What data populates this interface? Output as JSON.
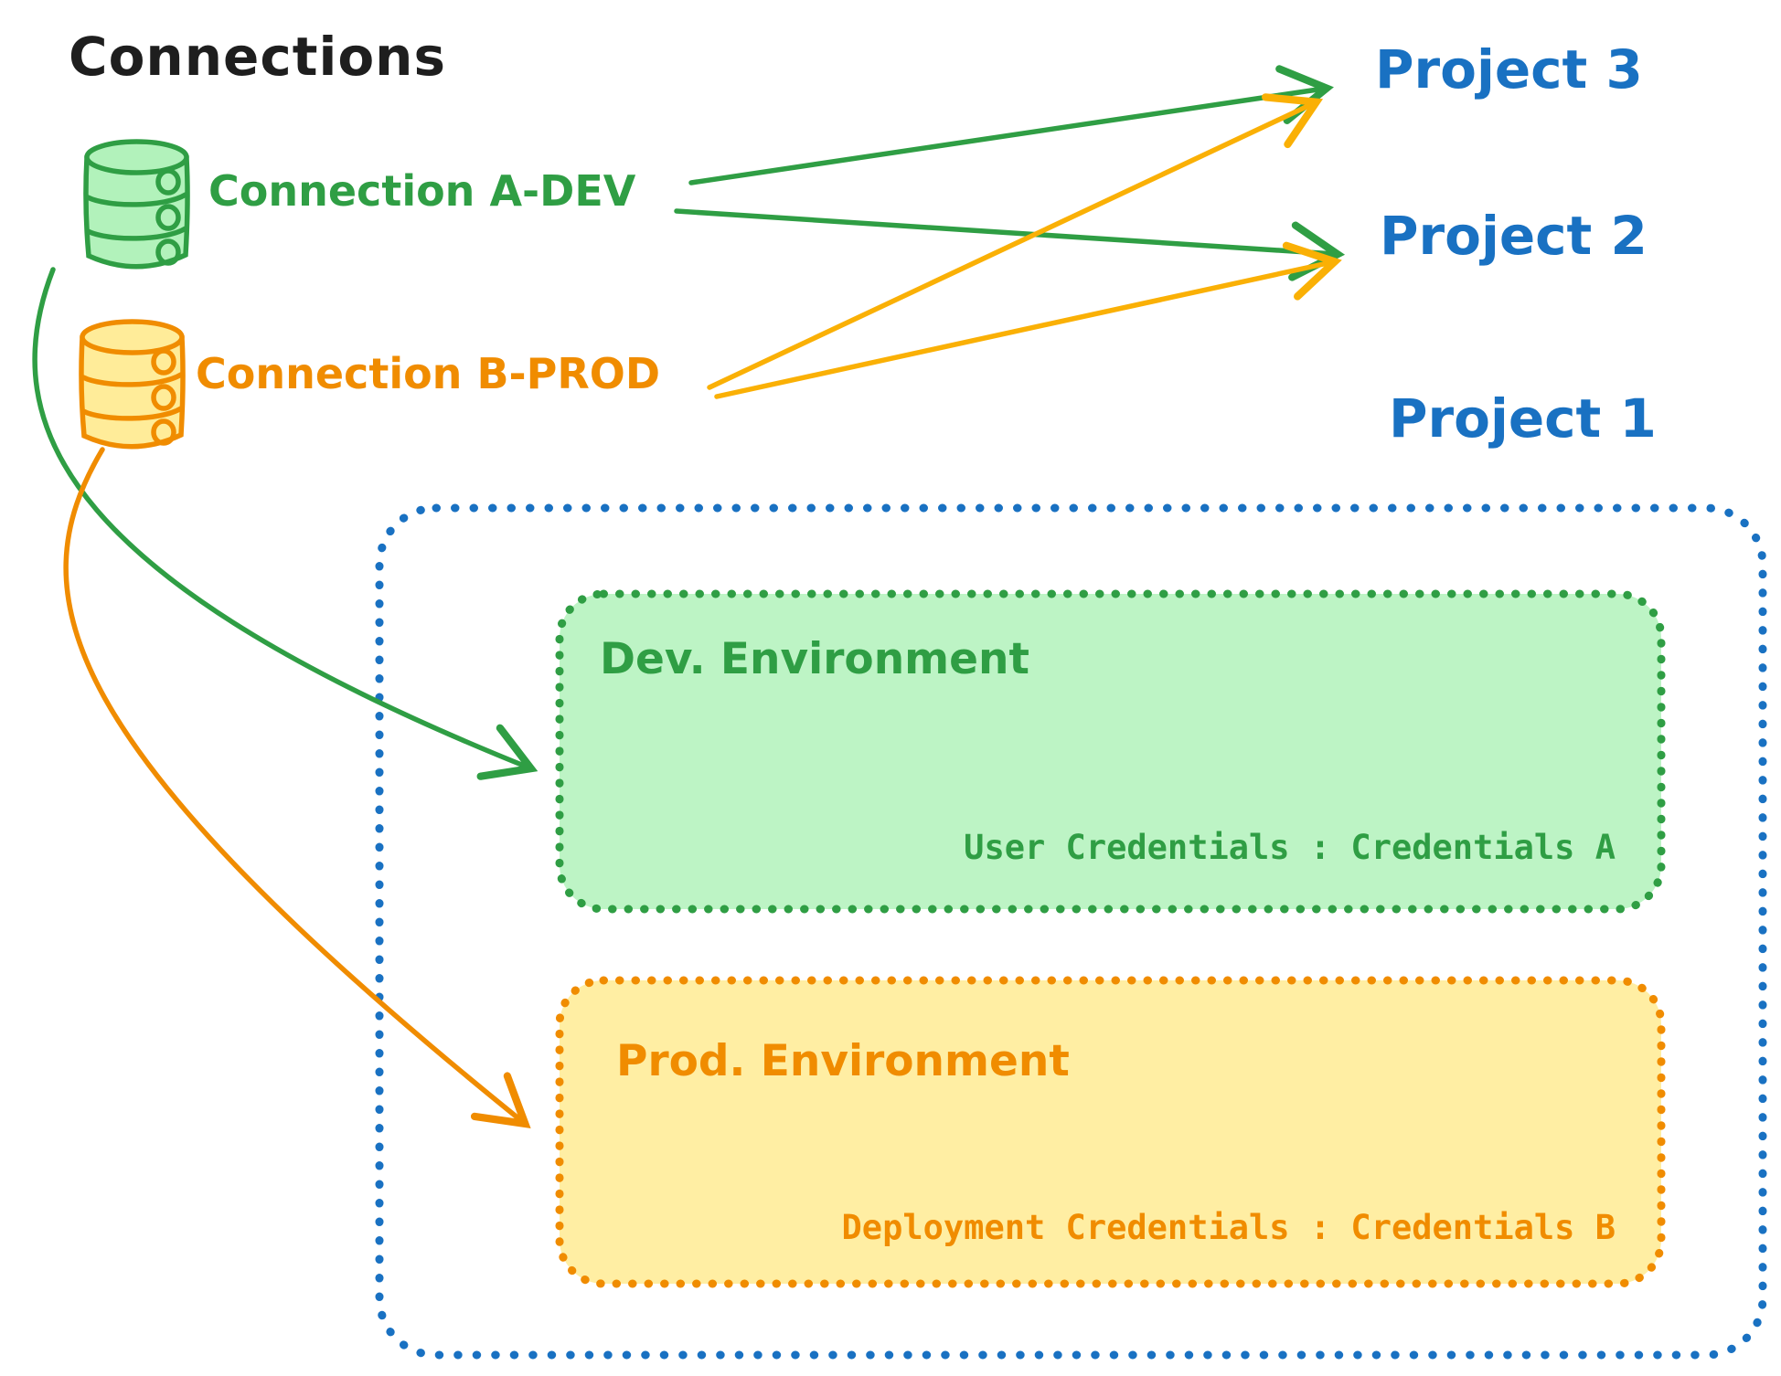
{
  "diagram": {
    "title": "Connections",
    "connections": [
      {
        "id": "a-dev",
        "label": "Connection A-DEV"
      },
      {
        "id": "b-prod",
        "label": "Connection B-PROD"
      }
    ],
    "projects": [
      {
        "label": "Project 3"
      },
      {
        "label": "Project 2"
      },
      {
        "label": "Project 1"
      }
    ],
    "project1": {
      "dev_environment": {
        "title": "Dev. Environment",
        "credentials": "User Credentials : Credentials A"
      },
      "prod_environment": {
        "title": "Prod. Environment",
        "credentials": "Deployment Credentials : Credentials B"
      }
    },
    "edges": [
      {
        "from": "Connection A-DEV",
        "to": "Project 3"
      },
      {
        "from": "Connection A-DEV",
        "to": "Project 2"
      },
      {
        "from": "Connection B-PROD",
        "to": "Project 3"
      },
      {
        "from": "Connection B-PROD",
        "to": "Project 2"
      },
      {
        "from": "Connection A-DEV",
        "to": "Project 1 / Dev. Environment"
      },
      {
        "from": "Connection B-PROD",
        "to": "Project 1 / Prod. Environment"
      }
    ]
  },
  "colors": {
    "title": "#1e1e1e",
    "green": "#2f9e44",
    "green_fill": "#b2f2bb",
    "orange": "#f08c00",
    "orange_fill": "#ffec99",
    "yellow_arrow": "#fab005",
    "blue": "#1971c2",
    "background": "#ffffff"
  }
}
